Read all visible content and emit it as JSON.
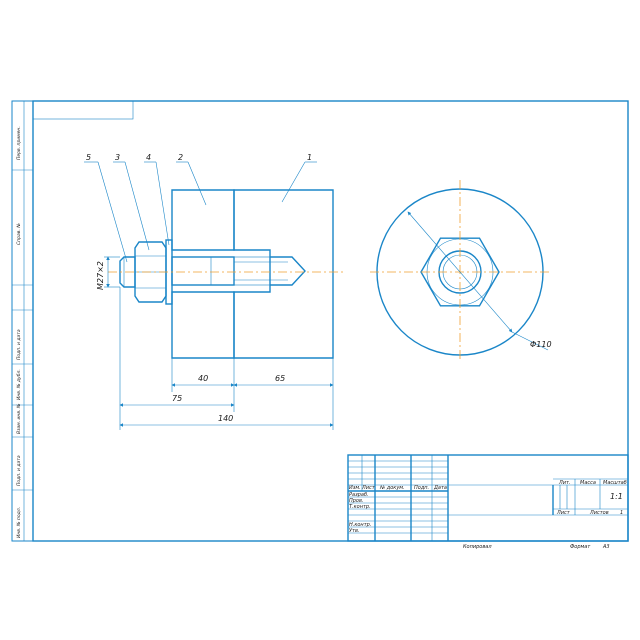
{
  "leaders": {
    "p1": "1",
    "p2": "2",
    "p3": "3",
    "p4": "4",
    "p5": "5"
  },
  "dimensions": {
    "thread": "M27×2",
    "d40": "40",
    "d65": "65",
    "d75": "75",
    "d140": "140",
    "dia": "Φ110"
  },
  "side_strip": {
    "s1": "Перв. примен.",
    "s2": "Справ. №",
    "s3": "Подп. и дата",
    "s4": "Инв. № дубл.",
    "s5": "Взам. инв. №",
    "s6": "Подп. и дата",
    "s7": "Инв. № подл."
  },
  "title_block": {
    "izm": "Изм.",
    "list": "Лист",
    "doc": "№ докум.",
    "podp": "Подп.",
    "data": "Дата",
    "razrab": "Разраб.",
    "prov": "Пров.",
    "tkontr": "Т.контр.",
    "nkontr": "Н.контр.",
    "utv": "Утв.",
    "lit": "Лит.",
    "massa": "Масса",
    "masshtab": "Масштаб",
    "scale": "1:1",
    "list2": "Лист",
    "listov": "Листов",
    "listov_val": "1",
    "kopiroval": "Копировал",
    "format": "Формат",
    "format_val": "A3"
  }
}
